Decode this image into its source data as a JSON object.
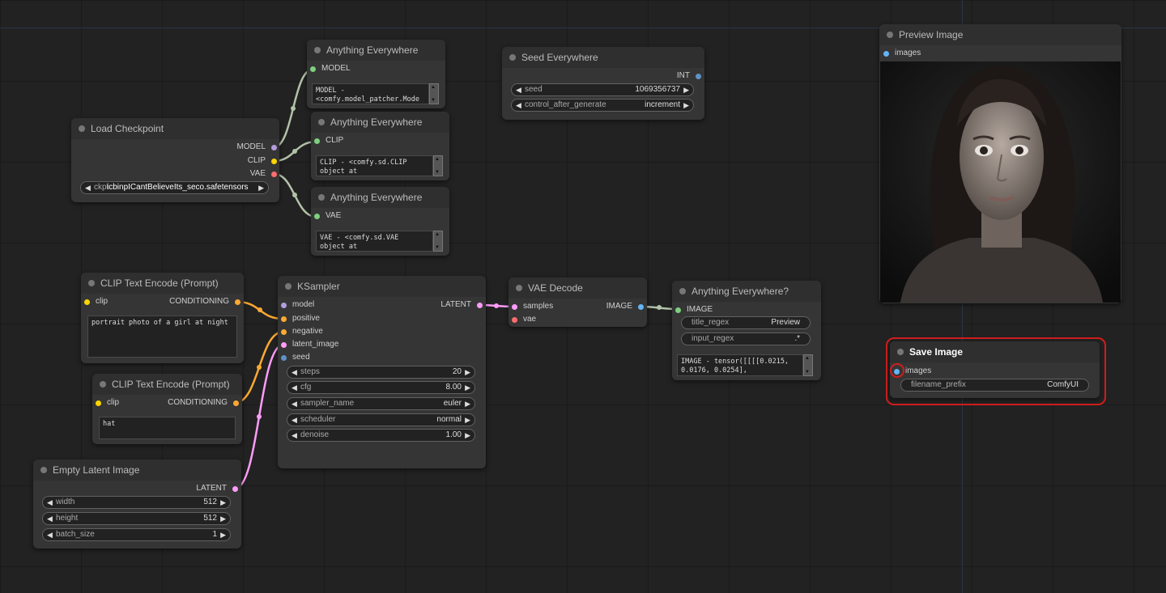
{
  "colors": {
    "model": "#b39ddb",
    "clip": "#ffd500",
    "vae": "#ff6e6e",
    "conditioning": "#ffa931",
    "latent": "#ff9cf9",
    "image": "#64b5f6",
    "int": "#5f91c7",
    "generic": "#7ed07e",
    "link_model": "#b2c2a8",
    "link_latent": "#ff9cf9",
    "link_cond": "#ffa931"
  },
  "nodes": {
    "load_checkpoint": {
      "title": "Load Checkpoint",
      "outputs": [
        "MODEL",
        "CLIP",
        "VAE"
      ],
      "ckpt_label": "ckpt",
      "ckpt_value": "icbinpICantBelieveIts_seco.safetensors"
    },
    "ae_model": {
      "title": "Anything Everywhere",
      "input": "MODEL",
      "text": "MODEL -\n<comfy.model_patcher.Mode"
    },
    "ae_clip": {
      "title": "Anything Everywhere",
      "input": "CLIP",
      "text": "CLIP - <comfy.sd.CLIP\nobject at"
    },
    "ae_vae": {
      "title": "Anything Everywhere",
      "input": "VAE",
      "text": "VAE - <comfy.sd.VAE\nobject at"
    },
    "seed_everywhere": {
      "title": "Seed Everywhere",
      "output": "INT",
      "widgets": [
        {
          "label": "seed",
          "value": "1069356737"
        },
        {
          "label": "control_after_generate",
          "value": "increment"
        }
      ]
    },
    "preview_image": {
      "title": "Preview Image",
      "input": "images"
    },
    "clip_text_1": {
      "title": "CLIP Text Encode (Prompt)",
      "input": "clip",
      "output": "CONDITIONING",
      "text": "portrait photo of a girl at night"
    },
    "clip_text_2": {
      "title": "CLIP Text Encode (Prompt)",
      "input": "clip",
      "output": "CONDITIONING",
      "text": "hat"
    },
    "ksampler": {
      "title": "KSampler",
      "inputs": [
        "model",
        "positive",
        "negative",
        "latent_image",
        "seed"
      ],
      "output": "LATENT",
      "widgets": [
        {
          "label": "steps",
          "value": "20"
        },
        {
          "label": "cfg",
          "value": "8.00"
        },
        {
          "label": "sampler_name",
          "value": "euler"
        },
        {
          "label": "scheduler",
          "value": "normal"
        },
        {
          "label": "denoise",
          "value": "1.00"
        }
      ]
    },
    "vae_decode": {
      "title": "VAE Decode",
      "inputs": [
        "samples",
        "vae"
      ],
      "output": "IMAGE"
    },
    "ae_q": {
      "title": "Anything Everywhere?",
      "input": "IMAGE",
      "widgets": [
        {
          "label": "title_regex",
          "value": "Preview"
        },
        {
          "label": "input_regex",
          "value": ".*"
        }
      ],
      "text": "IMAGE - tensor([[[[0.0215,\n0.0176, 0.0254],"
    },
    "empty_latent": {
      "title": "Empty Latent Image",
      "output": "LATENT",
      "widgets": [
        {
          "label": "width",
          "value": "512"
        },
        {
          "label": "height",
          "value": "512"
        },
        {
          "label": "batch_size",
          "value": "1"
        }
      ]
    },
    "save_image": {
      "title": "Save Image",
      "input": "images",
      "widgets": [
        {
          "label": "filename_prefix",
          "value": "ComfyUI"
        }
      ]
    }
  }
}
